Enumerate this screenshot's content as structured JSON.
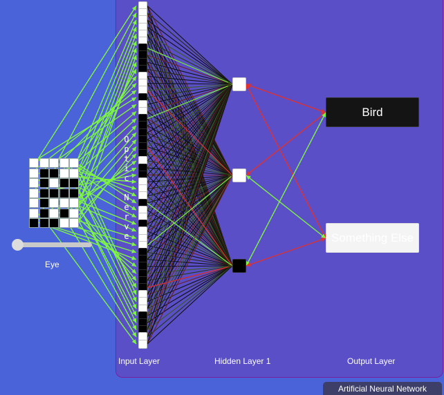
{
  "labels": {
    "eye": "Eye",
    "input_layer": "Input Layer",
    "hidden_layer": "Hidden Layer 1",
    "output_layer": "Output Layer",
    "optic_nerve": "Optic Nerve",
    "badge": "Artificial Neural Network"
  },
  "outputs": [
    {
      "label": "Bird",
      "active": true
    },
    {
      "label": "Something Else",
      "active": false
    }
  ],
  "eye_grid": [
    [
      1,
      1,
      1,
      1,
      1
    ],
    [
      1,
      0,
      0,
      1,
      1
    ],
    [
      1,
      0,
      1,
      0,
      0
    ],
    [
      1,
      0,
      0,
      0,
      0
    ],
    [
      1,
      0,
      1,
      1,
      1
    ],
    [
      1,
      0,
      1,
      0,
      1
    ],
    [
      0,
      0,
      0,
      1,
      1
    ]
  ],
  "input_nodes": [
    1,
    1,
    1,
    1,
    1,
    1,
    0,
    0,
    0,
    0,
    1,
    1,
    1,
    0,
    1,
    1,
    0,
    0,
    0,
    0,
    0,
    0,
    1,
    0,
    0,
    1,
    1,
    1,
    0,
    1,
    1,
    0,
    1,
    1,
    1,
    0,
    0,
    0,
    0,
    0,
    0,
    1,
    1,
    1,
    0,
    0,
    0,
    1,
    1
  ],
  "hidden_nodes": [
    1,
    1,
    0
  ],
  "eye_slider": {
    "value": 0
  },
  "colors": {
    "background": "#4a63d8",
    "panel": "#5a4fc6",
    "positive_wire": "#7ef542",
    "negative_wire": "#e03030",
    "neutral_wire": "#101010"
  }
}
